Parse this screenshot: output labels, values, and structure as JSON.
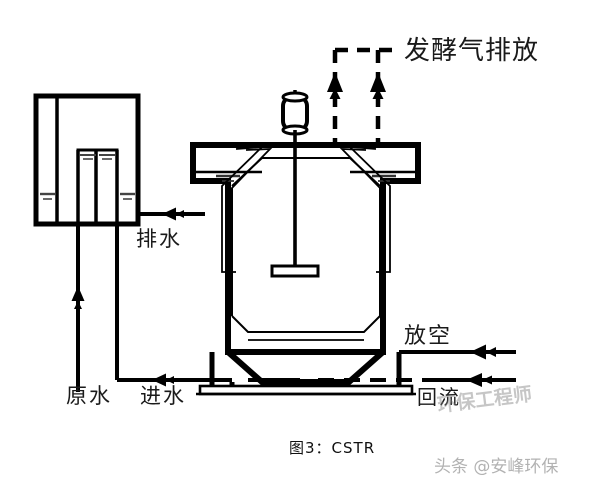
{
  "figure": {
    "caption": "图3：CSTR",
    "title_code": "CSTR",
    "background_color": "#ffffff",
    "line_color": "#000000"
  },
  "labels": {
    "gas_discharge": "发酵气排放",
    "drain": "排水",
    "raw_water": "原水",
    "influent": "进水",
    "vent": "放空",
    "return_flow": "回流"
  },
  "watermarks": {
    "center": "环保工程师",
    "corner": "头条 @安峰环保"
  },
  "components": {
    "equalization_tank": "equalization-tank",
    "reactor_vessel": "cstr-reactor-vessel",
    "agitator_motor": "agitator-motor",
    "agitator_shaft": "agitator-shaft",
    "impeller": "impeller-blade",
    "support_base": "support-base",
    "gas_header": "gas-discharge-header"
  },
  "flow_lines": {
    "gas_risers": 2,
    "drain_line": "drain-pipe",
    "influent_line": "influent-pipe",
    "vent_line": "vent-pipe",
    "return_line": "return-pipe",
    "recycle_riser": "recycle-riser-pipe"
  }
}
